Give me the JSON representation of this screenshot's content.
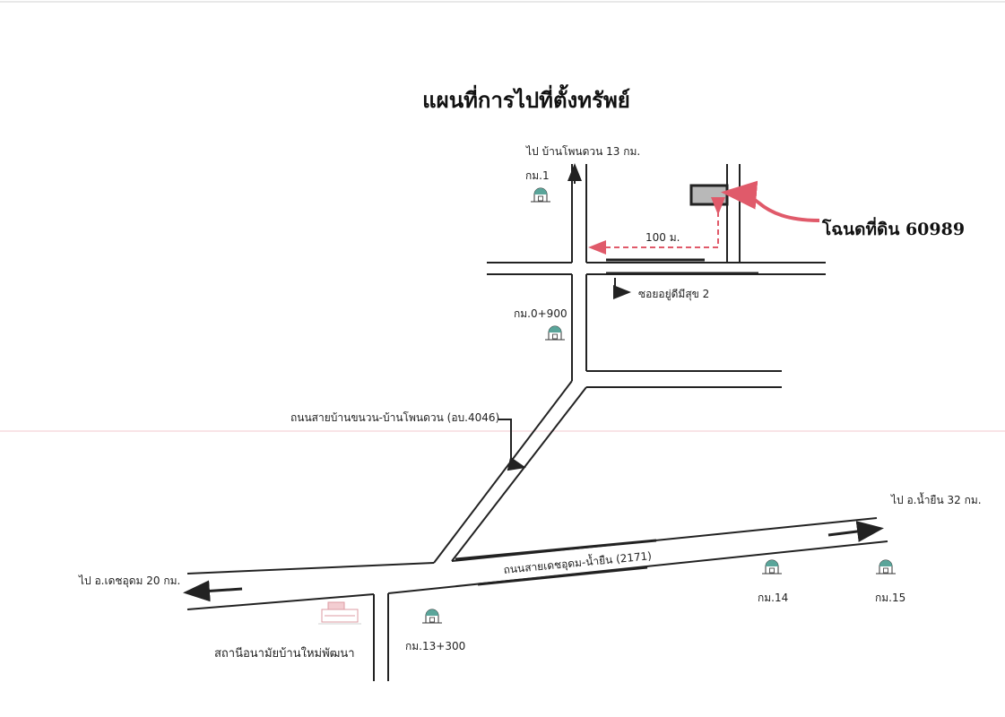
{
  "title": "แผนที่การไปที่ตั้งทรัพย์",
  "labels": {
    "to_ban_phon_duan": "ไป บ้านโพนดวน 13 กม.",
    "to_chiang_yuen": "ไป อ.น้ำยืน 32 กม.",
    "to_det_udom": "ไป อ.เดชอุดม 20 กม.",
    "soi_name": "ซอยอยู่ดีมีสุข 2",
    "road_4046": "ถนนสายบ้านขนวน-บ้านโพนดวน (อบ.4046)",
    "road_2171": "ถนนสายเดชอุดม-น้ำยืน (2171)",
    "health_station": "สถานีอนามัยบ้านใหม่พัฒนา",
    "distance": "100 ม.",
    "deed": "โฉนดที่ดิน 60989"
  },
  "km_markers": {
    "km1": "กม.1",
    "km0_900": "กม.0+900",
    "km13_300": "กม.13+300",
    "km14": "กม.14",
    "km15": "กม.15"
  },
  "colors": {
    "road": "#222222",
    "highlight": "#e05a6a",
    "parcel_fill": "#b8b8b8",
    "marker_cap": "#5aa59a"
  },
  "icons": {
    "km_marker": "km-post-icon",
    "arrow": "direction-arrow-icon",
    "building": "health-station-icon"
  }
}
